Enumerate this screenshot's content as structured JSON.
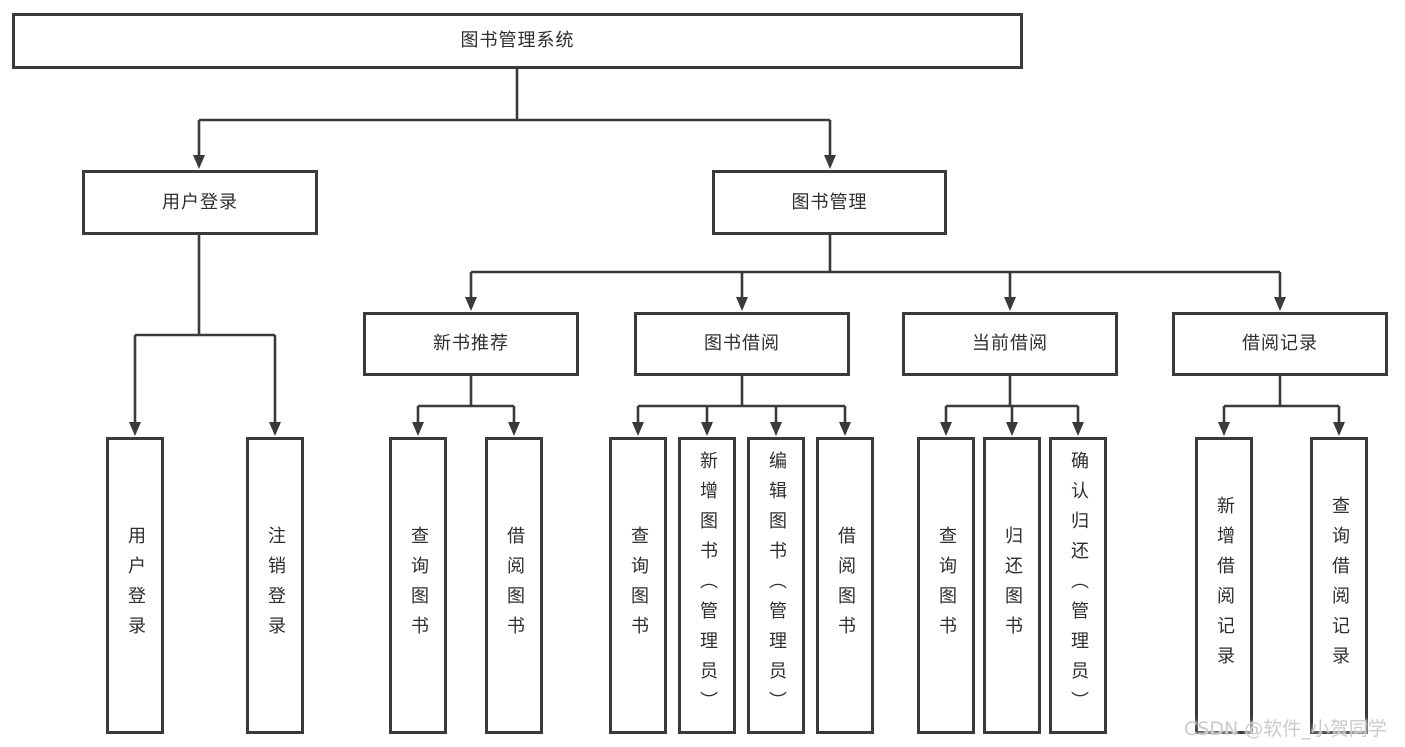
{
  "tree": {
    "label": "图书管理系统",
    "children": [
      {
        "label": "用户登录",
        "children": [
          {
            "label": "用户登录"
          },
          {
            "label": "注销登录"
          }
        ]
      },
      {
        "label": "图书管理",
        "children": [
          {
            "label": "新书推荐",
            "children": [
              {
                "label": "查询图书"
              },
              {
                "label": "借阅图书"
              }
            ]
          },
          {
            "label": "图书借阅",
            "children": [
              {
                "label": "查询图书"
              },
              {
                "label": "新增图书（管理员）"
              },
              {
                "label": "编辑图书（管理员）"
              },
              {
                "label": "借阅图书"
              }
            ]
          },
          {
            "label": "当前借阅",
            "children": [
              {
                "label": "查询图书"
              },
              {
                "label": "归还图书"
              },
              {
                "label": "确认归还（管理员）"
              }
            ]
          },
          {
            "label": "借阅记录",
            "children": [
              {
                "label": "新增借阅记录"
              },
              {
                "label": "查询借阅记录"
              }
            ]
          }
        ]
      }
    ]
  },
  "watermark": {
    "text": "CSDN @软件_小贺同学"
  },
  "colors": {
    "line": "#3a3a3a",
    "box_border": "#3a3a3a",
    "text": "#2e2e2e",
    "background": "#ffffff",
    "watermark": "#c9cbcd"
  }
}
